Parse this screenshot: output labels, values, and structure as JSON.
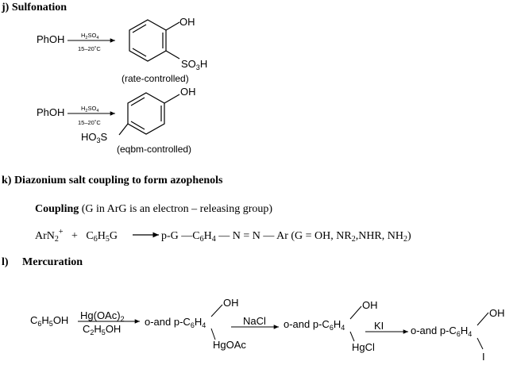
{
  "sections": {
    "j": {
      "heading": "j)  Sulfonation",
      "reaction1": {
        "reactant": "PhOH",
        "reagent": "H2SO4",
        "condition": "15–20˚C",
        "oh": "OH",
        "so3h": "SO3H",
        "caption": "(rate-controlled)"
      },
      "reaction2": {
        "reactant": "PhOH",
        "reagent": "H2SO4",
        "condition": "15–20˚C",
        "oh": "OH",
        "ho3s": "HO3S",
        "caption": "(eqbm-controlled)"
      }
    },
    "k": {
      "heading": "k)  Diazonium salt coupling to form azophenols",
      "coupling_bold": "Coupling",
      "coupling_note": " (G in ArG is an electron – releasing  group)",
      "equation": "ArN2+  +   C6H5G ⟶ p-G —C6H4 — N = N — Ar (G = OH, NR2,NHR, NH2)"
    },
    "l": {
      "heading": "l)     Mercuration",
      "reactant": "C6H5OH",
      "reagent_top": "Hg(OAc)2",
      "reagent_bottom": "C2H5OH",
      "product1": "o-and p-C6H4",
      "product1_oh": "OH",
      "product1_sub": "HgOAc",
      "reagent2": "NaCl",
      "product2": "o-and p-C6H4",
      "product2_oh": "OH",
      "product2_sub": "HgCl",
      "reagent3": "KI",
      "product3": "o-and p-C6H4",
      "product3_oh": "OH",
      "product3_sub": "I"
    }
  }
}
